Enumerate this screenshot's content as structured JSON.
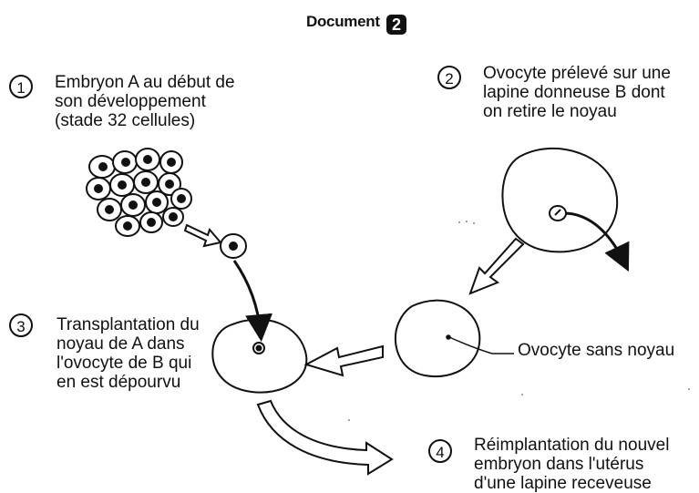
{
  "document": {
    "title": "Document",
    "number": "2"
  },
  "steps": [
    {
      "number": "1",
      "text": "Embryon A au début de\nson développement\n(stade 32 cellules)"
    },
    {
      "number": "2",
      "text": "Ovocyte prélevé sur une\nlapine donneuse B dont\non retire le noyau"
    },
    {
      "number": "3",
      "text": "Transplantation du\nnoyau de A dans\nl'ovocyte de B qui\nen est dépourvu"
    },
    {
      "number": "4",
      "text": "Réimplantation du nouvel\nembryon dans l'utérus\nd'une lapine receveuse"
    }
  ],
  "labels": {
    "oocyte_without_nucleus": "Ovocyte sans noyau"
  }
}
